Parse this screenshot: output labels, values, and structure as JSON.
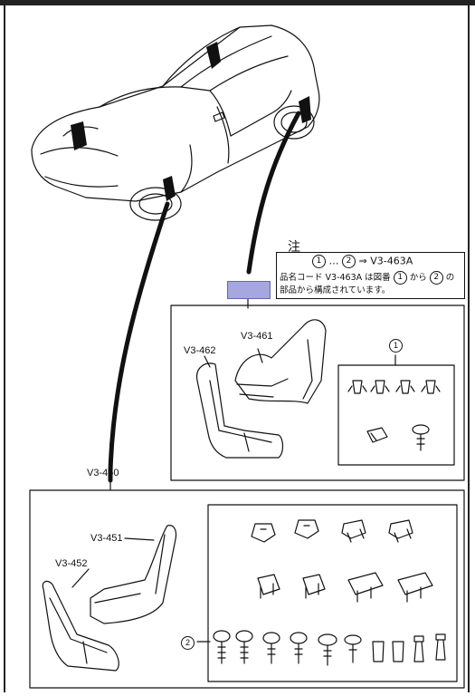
{
  "note": {
    "title": "注",
    "range_from": "1",
    "range_sep": "…",
    "range_to": "2",
    "range_arrow": "⇒",
    "range_code": "V3-463A",
    "line2_prefix": "品名コード V3-463A は図番",
    "line2_from": "1",
    "line2_mid": "から",
    "line2_to": "2",
    "line2_suffix": "の",
    "line3": "部品から構成されています。"
  },
  "labels": {
    "v3_461": "V3-461",
    "v3_462": "V3-462",
    "v3_450": "V3-450",
    "v3_451": "V3-451",
    "v3_452": "V3-452",
    "group1": "1",
    "group2": "2"
  },
  "colors": {
    "highlight": "#a7a7e0",
    "line": "#111111"
  }
}
